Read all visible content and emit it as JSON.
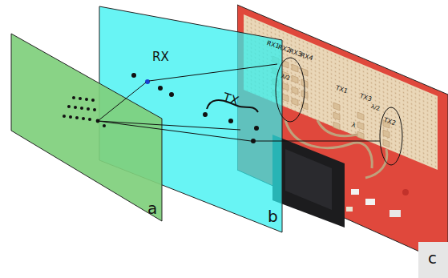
{
  "diagram": {
    "nodes": [
      {
        "text": [
          "a"
        ]
      },
      {
        "text": [
          "b"
        ]
      },
      {
        "text": [
          "c"
        ]
      }
    ],
    "labels": [
      "RX",
      "TX",
      "RX1",
      "RX2",
      "RX3",
      "RX4",
      "λ/2",
      "TX1",
      "TX3",
      "λ",
      "λ/2",
      "TX2"
    ]
  }
}
